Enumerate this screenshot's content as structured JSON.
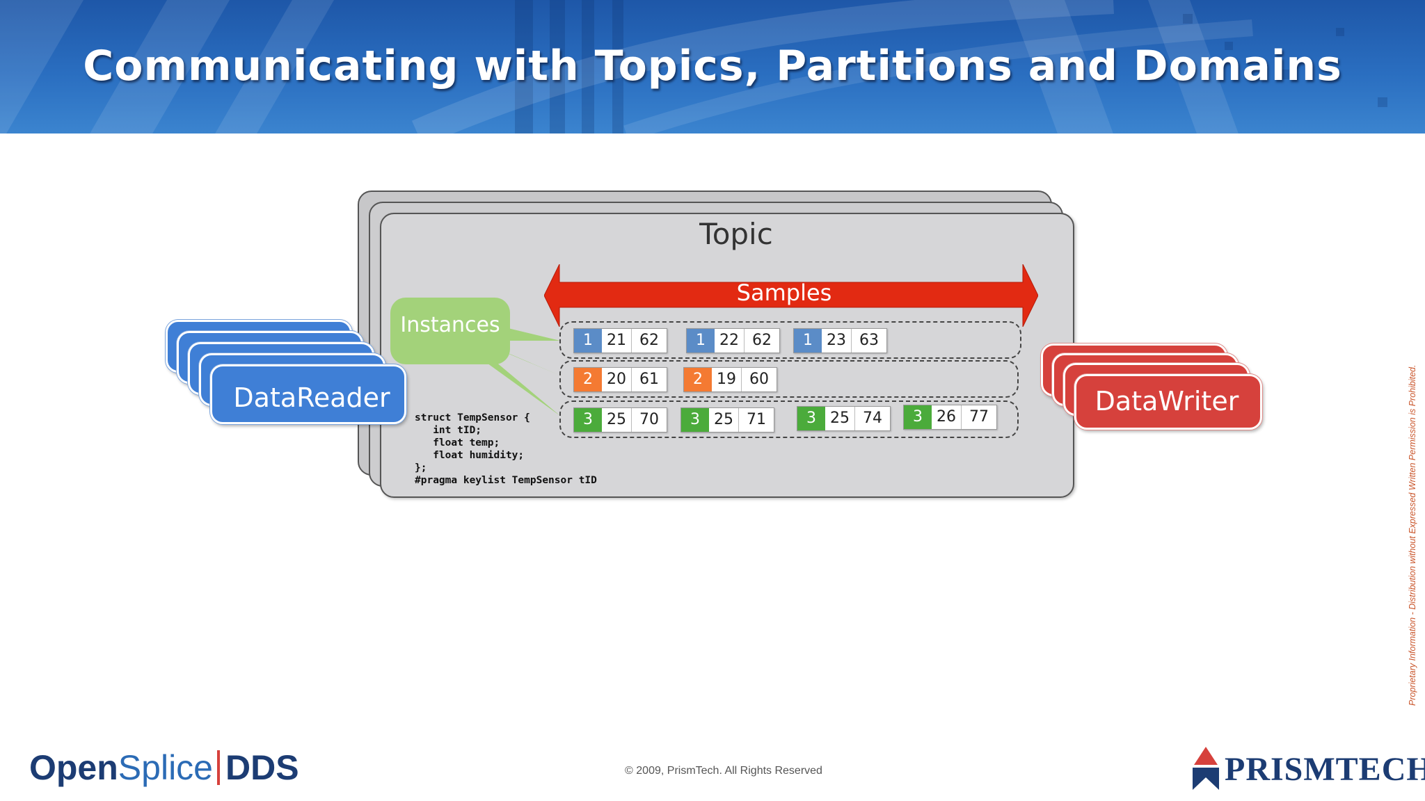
{
  "slide": {
    "title": "Communicating with Topics, Partitions and Domains"
  },
  "diagram": {
    "topic_label": "Topic",
    "samples_label": "Samples",
    "instances_label": "Instances",
    "datareader_label": "DataReader",
    "datawriter_label": "DataWriter",
    "colors": {
      "datareader": "#3f7fd6",
      "datawriter": "#d6413c",
      "samples_arrow": "#e22a12",
      "instances_bubble": "#a3d27a",
      "key_blue": "#5b8cc7",
      "key_orange": "#f47a32",
      "key_green": "#4bab3b"
    },
    "instances": [
      {
        "samples": [
          {
            "key": "1",
            "v1": "21",
            "v2": "62"
          },
          {
            "key": "1",
            "v1": "22",
            "v2": "62"
          },
          {
            "key": "1",
            "v1": "23",
            "v2": "63"
          }
        ]
      },
      {
        "samples": [
          {
            "key": "2",
            "v1": "20",
            "v2": "61"
          },
          {
            "key": "2",
            "v1": "19",
            "v2": "60"
          }
        ]
      },
      {
        "samples": [
          {
            "key": "3",
            "v1": "25",
            "v2": "70"
          },
          {
            "key": "3",
            "v1": "25",
            "v2": "71"
          },
          {
            "key": "3",
            "v1": "25",
            "v2": "74"
          },
          {
            "key": "3",
            "v1": "26",
            "v2": "77"
          }
        ]
      }
    ],
    "code_lines": [
      "struct TempSensor {",
      "   int tID;",
      "   float temp;",
      "   float humidity;",
      "};",
      "#pragma keylist TempSensor tID"
    ]
  },
  "footer": {
    "copyright": "© 2009, PrismTech. All Rights Reserved",
    "side_note": "Proprietary Information - Distribution without Expressed Written Permission is Prohibited.",
    "logo_opensplice": {
      "part1": "Open",
      "part2": "Splice",
      "part3": "DDS"
    },
    "logo_prismtech": "PRISMTECH"
  }
}
